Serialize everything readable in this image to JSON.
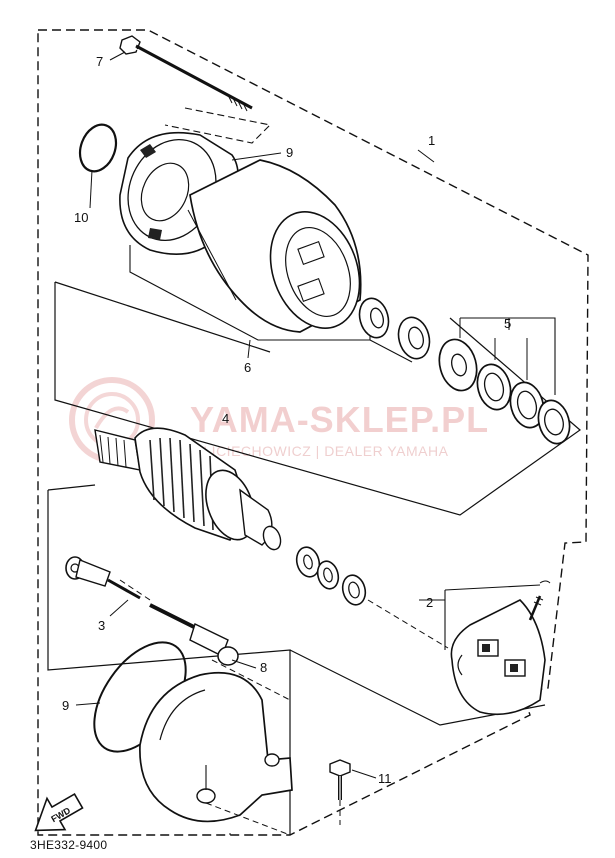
{
  "diagram": {
    "callouts": [
      {
        "id": "1",
        "label": "1"
      },
      {
        "id": "2",
        "label": "2"
      },
      {
        "id": "3",
        "label": "3"
      },
      {
        "id": "4",
        "label": "4"
      },
      {
        "id": "5",
        "label": "5"
      },
      {
        "id": "6",
        "label": "6"
      },
      {
        "id": "7",
        "label": "7"
      },
      {
        "id": "8",
        "label": "8"
      },
      {
        "id": "9a",
        "label": "9"
      },
      {
        "id": "9b",
        "label": "9"
      },
      {
        "id": "10",
        "label": "10"
      },
      {
        "id": "11",
        "label": "11"
      }
    ],
    "fwd_label": "FWD",
    "doc_code": "3HE332-9400"
  },
  "watermark": {
    "title": "YAMA-SKLEP.PL",
    "subtitle": "GLICIECHOWICZ | DEALER YAMAHA",
    "color": "#e28c8c"
  }
}
